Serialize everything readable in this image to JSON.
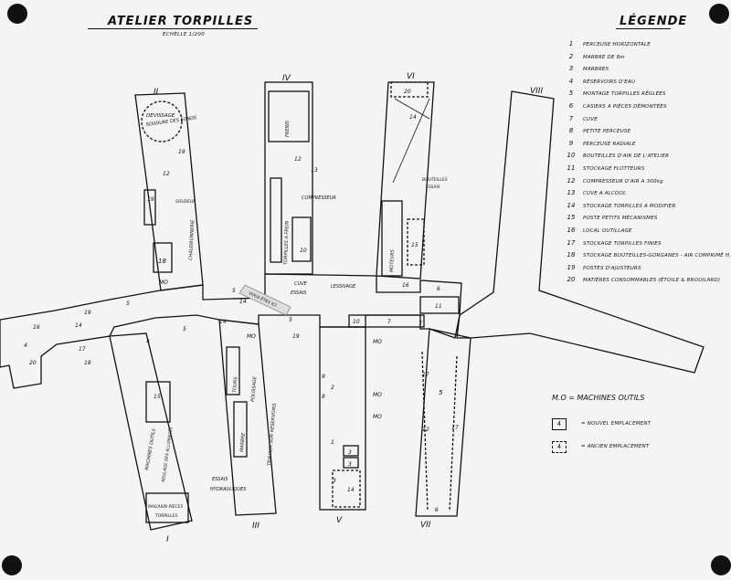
{
  "title": "ATELIER TORPILLES",
  "scale": "ECHELLE 1/200",
  "legend_title": "LÉGENDE",
  "legend": [
    {
      "num": "1",
      "text": "PERCEUSE HORIZONTALE"
    },
    {
      "num": "2",
      "text": "MARBRE DE 8m"
    },
    {
      "num": "3",
      "text": "MARBRES"
    },
    {
      "num": "4",
      "text": "RÉSERVOIRS D'EAU"
    },
    {
      "num": "5",
      "text": "MONTAGE TORPILLES RÉGLÉES"
    },
    {
      "num": "6",
      "text": "CASIERS A PIÈCES DÉMONTÉES"
    },
    {
      "num": "7",
      "text": "CUVE"
    },
    {
      "num": "8",
      "text": "PETITE PERCEUSE"
    },
    {
      "num": "9",
      "text": "PERCEUSE RADIALE"
    },
    {
      "num": "10",
      "text": "BOUTEILLES D'AIR DE L'ATELIER"
    },
    {
      "num": "11",
      "text": "STOCKAGE FLOTTEURS"
    },
    {
      "num": "12",
      "text": "COMPRESSEUR D'AIR A 300kg"
    },
    {
      "num": "13",
      "text": "CUVE A ALCOOL"
    },
    {
      "num": "14",
      "text": "STOCKAGE TORPILLES A MODIFIER"
    },
    {
      "num": "15",
      "text": "POSTE PETITS MÉCANISMES"
    },
    {
      "num": "16",
      "text": "LOCAL OUTILLAGE"
    },
    {
      "num": "17",
      "text": "STOCKAGE TORPILLES FINIES"
    },
    {
      "num": "18",
      "text": "STOCKAGE BOUTEILLES-GORGANES - AIR COMPRIMÉ H.P."
    },
    {
      "num": "19",
      "text": "POSTES D'AJUSTEURS"
    },
    {
      "num": "20",
      "text": "MATIÈRES CONSOMMABLES (ÉTOILE & BROUILARD)"
    }
  ],
  "key": [
    {
      "text": "M.O = MACHINES OUTILS"
    },
    {
      "symbol": "4",
      "text": "= NOUVEL EMPLACEMENT"
    },
    {
      "symbol": "4",
      "text": "= ANCIEN EMPLACEMENT"
    }
  ],
  "wings": [
    "I",
    "II",
    "III",
    "IV",
    "V",
    "VI",
    "VII",
    "VIII"
  ],
  "you_are_here": "VOUS ÊTES ICI",
  "plan_labels": {
    "devissage": "DEVISSAGE",
    "soudure": "SOUDURE DES FONDS",
    "soudeur": "SOUDEUR",
    "chaudronnerie": "CHAUDRONNERIE",
    "freins": "FREINS",
    "torpilles_frein": "TORPILLES A FREIN",
    "compresseur": "COMPRESSEUR",
    "cuve_essais": "CUVE ESSAIS",
    "lessivage": "LESSIVAGE",
    "moteurs": "MOTEURS",
    "bouteilles_essais": "BOUTEILLES ESSAIS",
    "machines_outils": "MACHINES OUTILS",
    "essais": "ESSAIS",
    "hydrauliques": "HYDRAULIQUES",
    "tours": "TOURS",
    "marbre": "MARBRE",
    "polissage": "POLISSAGE",
    "travaux_reservoirs": "TRAVAUX SUR RÉSERVOIRS",
    "magasin": "MAGASIN PIÈCES TORPILLES",
    "reglage": "REGLAGE DES ALLUMAGES",
    "mo": "M.O",
    "mo2": "MO"
  }
}
